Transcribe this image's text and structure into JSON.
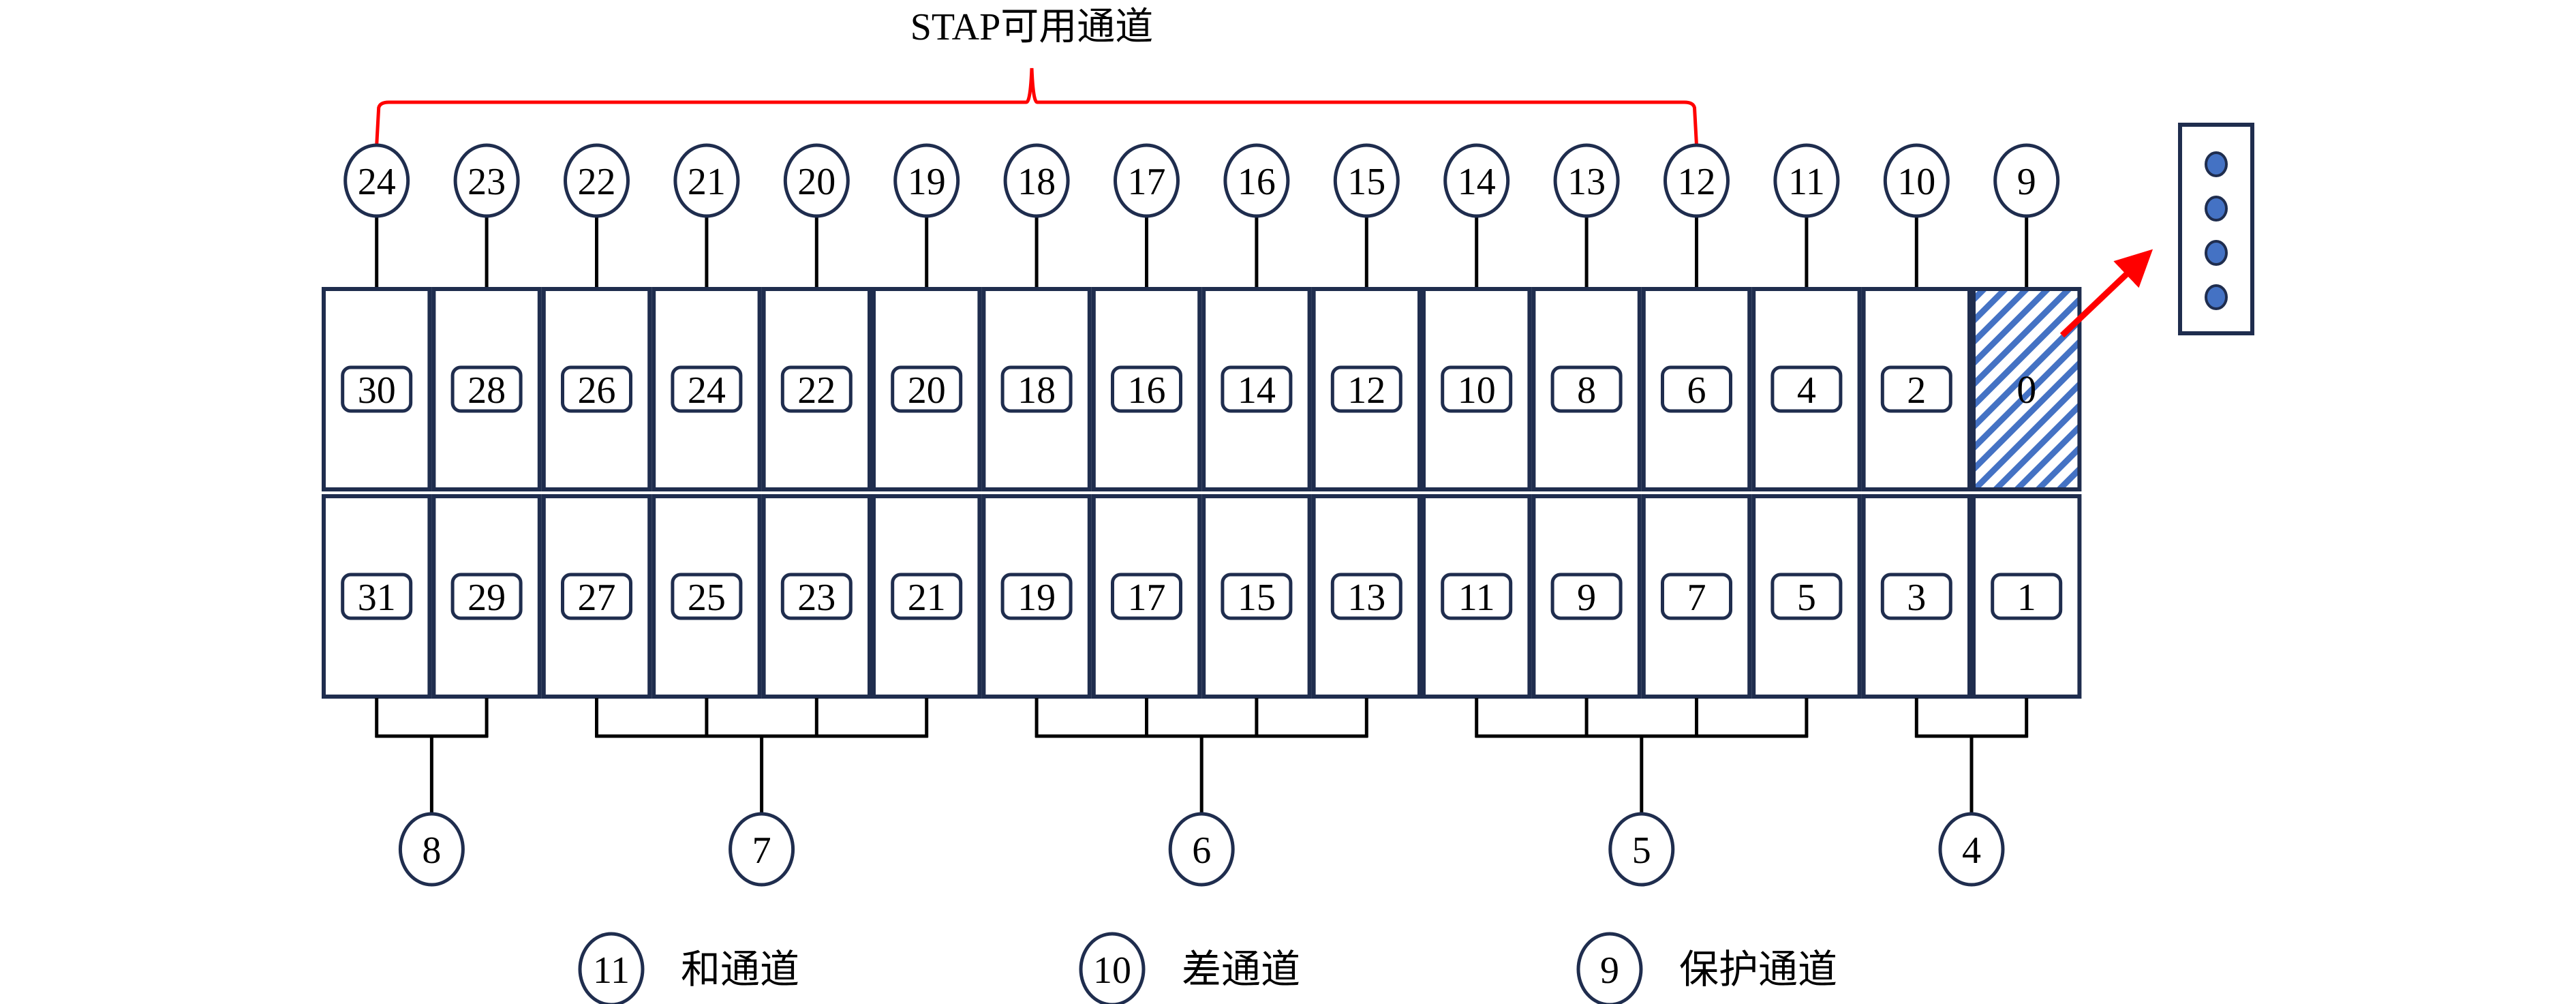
{
  "title": "STAP可用通道",
  "colors": {
    "outline": "#1f2d4e",
    "hatch": "#4472c4",
    "red": "#ff0000",
    "dot": "#4472c4"
  },
  "columns": [
    {
      "top_channel": "24",
      "top_cell": "30",
      "bottom_cell": "31"
    },
    {
      "top_channel": "23",
      "top_cell": "28",
      "bottom_cell": "29"
    },
    {
      "top_channel": "22",
      "top_cell": "26",
      "bottom_cell": "27"
    },
    {
      "top_channel": "21",
      "top_cell": "24",
      "bottom_cell": "25"
    },
    {
      "top_channel": "20",
      "top_cell": "22",
      "bottom_cell": "23"
    },
    {
      "top_channel": "19",
      "top_cell": "20",
      "bottom_cell": "21"
    },
    {
      "top_channel": "18",
      "top_cell": "18",
      "bottom_cell": "19"
    },
    {
      "top_channel": "17",
      "top_cell": "16",
      "bottom_cell": "17"
    },
    {
      "top_channel": "16",
      "top_cell": "14",
      "bottom_cell": "15"
    },
    {
      "top_channel": "15",
      "top_cell": "12",
      "bottom_cell": "13"
    },
    {
      "top_channel": "14",
      "top_cell": "10",
      "bottom_cell": "11"
    },
    {
      "top_channel": "13",
      "top_cell": "8",
      "bottom_cell": "9"
    },
    {
      "top_channel": "12",
      "top_cell": "6",
      "bottom_cell": "7"
    },
    {
      "top_channel": "11",
      "top_cell": "4",
      "bottom_cell": "5"
    },
    {
      "top_channel": "10",
      "top_cell": "2",
      "bottom_cell": "3"
    },
    {
      "top_channel": "9",
      "top_cell": "0",
      "bottom_cell": "1",
      "hatched": true
    }
  ],
  "stap_range": {
    "from_column": 0,
    "to_column": 12
  },
  "groups": [
    {
      "label": "8",
      "columns": [
        0,
        1
      ]
    },
    {
      "label": "7",
      "columns": [
        2,
        3,
        4,
        5
      ]
    },
    {
      "label": "6",
      "columns": [
        6,
        7,
        8,
        9
      ]
    },
    {
      "label": "5",
      "columns": [
        10,
        11,
        12,
        13
      ]
    },
    {
      "label": "4",
      "columns": [
        14,
        15
      ]
    }
  ],
  "side_panel_dots": 4,
  "legend": [
    {
      "symbol": "11",
      "label": "和通道"
    },
    {
      "symbol": "10",
      "label": "差通道"
    },
    {
      "symbol": "9",
      "label": "保护通道"
    }
  ]
}
